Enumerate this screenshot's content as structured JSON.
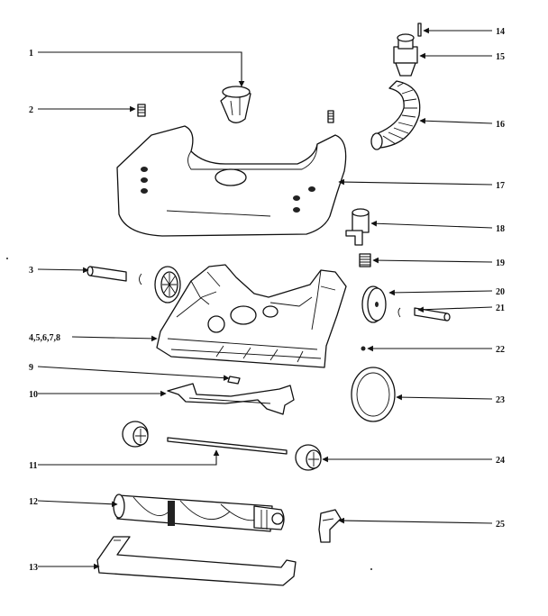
{
  "colors": {
    "ink": "#111111",
    "paper": "#ffffff"
  },
  "callouts": {
    "c1": "1",
    "c2": "2",
    "c3": "3",
    "c4": "4,5,6,7,8",
    "c9": "9",
    "c10": "10",
    "c11": "11",
    "c12": "12",
    "c13": "13",
    "c14": "14",
    "c15": "15",
    "c16": "16",
    "c17": "17",
    "c18": "18",
    "c19": "19",
    "c20": "20",
    "c21": "21",
    "c22": "22",
    "c23": "23",
    "c24": "24",
    "c25": "25"
  }
}
